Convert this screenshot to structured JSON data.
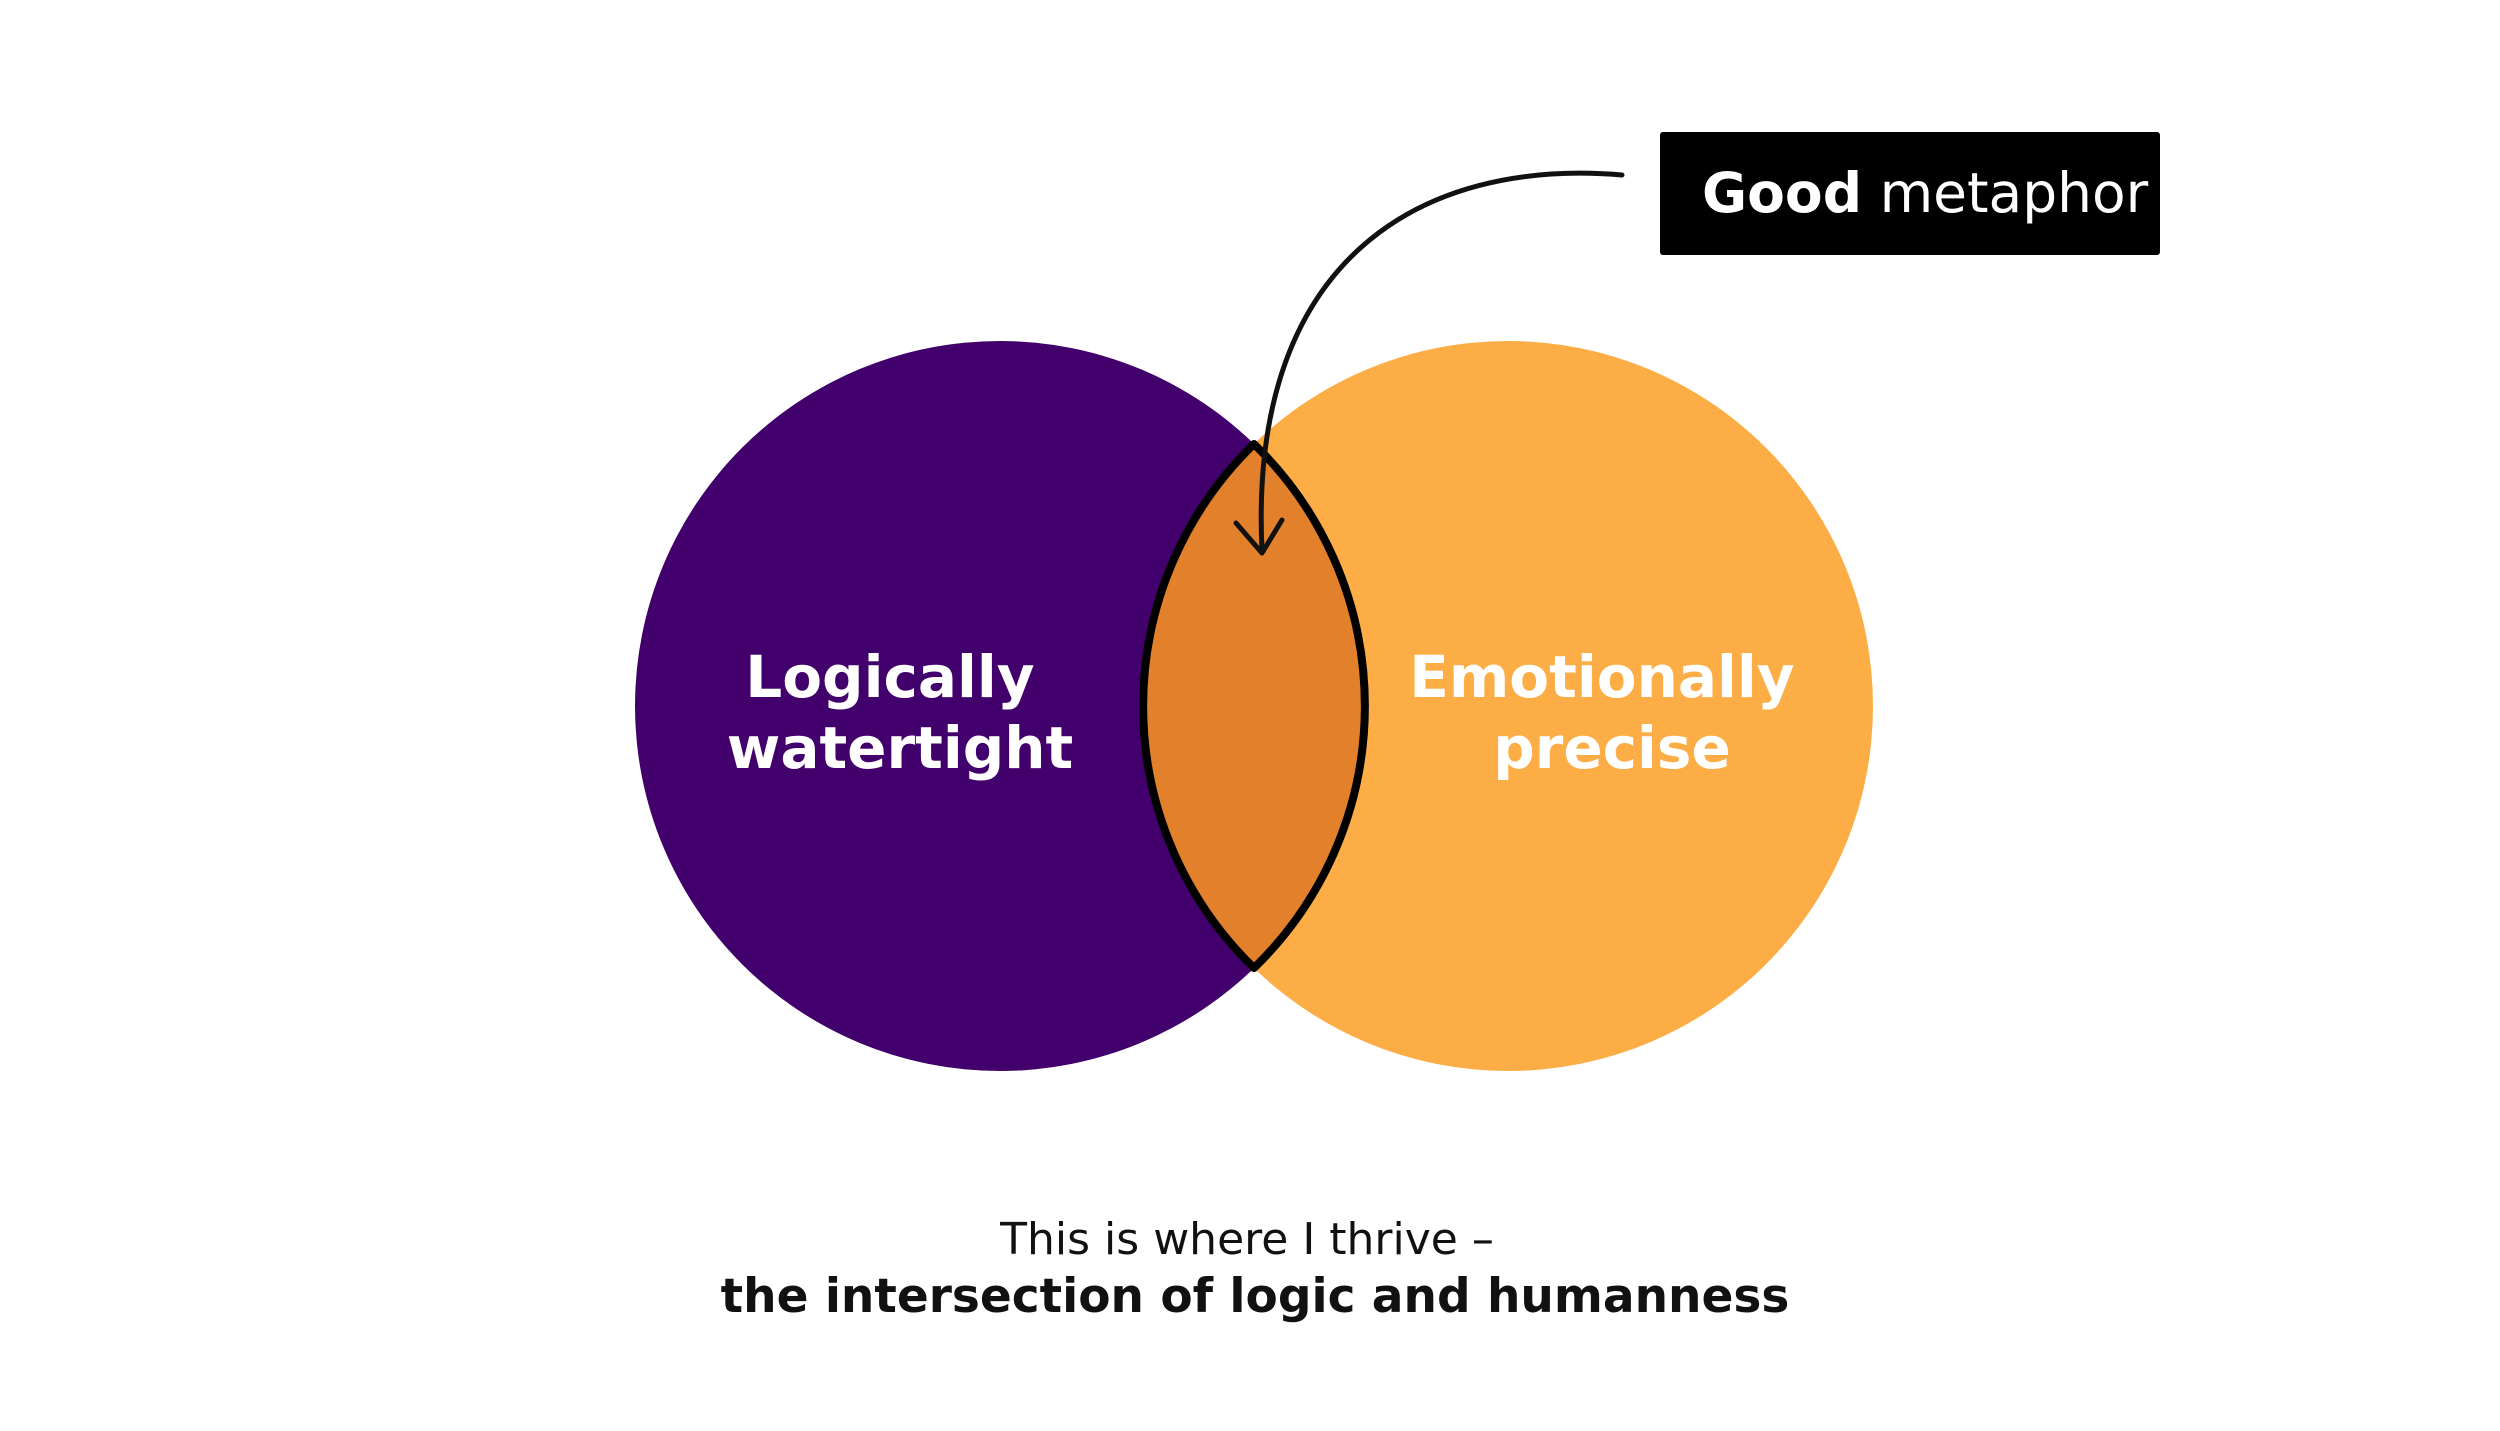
{
  "left_circle": {
    "label_line1": "Logically",
    "label_line2": "watertight",
    "color": "#41006B"
  },
  "right_circle": {
    "label_line1": "Emotionally",
    "label_line2": "precise",
    "color": "#FDAD45"
  },
  "intersection": {
    "color": "#E2802C",
    "outline_color": "#000000"
  },
  "callout": {
    "bold_text": "Good",
    "normal_text": " metaphor",
    "background_color": "#000000"
  },
  "caption": {
    "line1": "This is where I thrive –",
    "line2": "the intersection of logic and humanness"
  }
}
